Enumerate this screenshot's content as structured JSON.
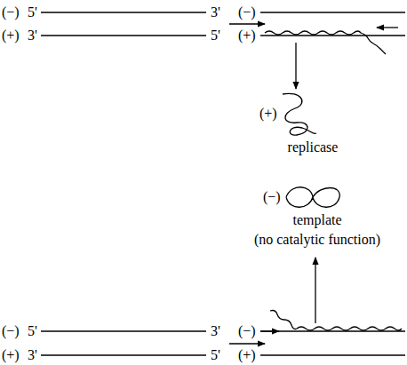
{
  "diagram": {
    "labels": [
      "(−)",
      "5'",
      "3'",
      "(−)",
      "(+)",
      "3'",
      "5'",
      "(+)",
      "(+)",
      "replicase",
      "(−)",
      "template",
      "(no catalytic function)",
      "(−)",
      "5'",
      "3'",
      "(−)",
      "(+)",
      "3'",
      "5'",
      "(+)"
    ]
  }
}
